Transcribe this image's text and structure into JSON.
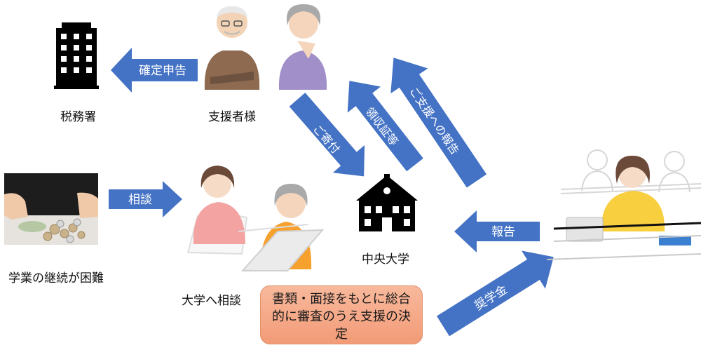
{
  "labels": {
    "tax_office": "税務署",
    "supporters": "支援者様",
    "student_difficulty": "学業の継続が困難",
    "consult_university": "大学へ相談",
    "chuo_university": "中央大学"
  },
  "arrows": {
    "tax_return": "確定申告",
    "consultation": "相談",
    "donation": "ご寄付",
    "receipt": "領収証等",
    "support_report": "ご支援への報告",
    "report": "報告",
    "scholarship": "奨学金"
  },
  "note": "書類・面接をもとに総合的に審査のうえ支援の決定",
  "icons": {
    "building": "office-building-icon",
    "school": "school-building-icon"
  },
  "colors": {
    "arrow": "#4472c4",
    "note_fill": "#f4a582"
  }
}
